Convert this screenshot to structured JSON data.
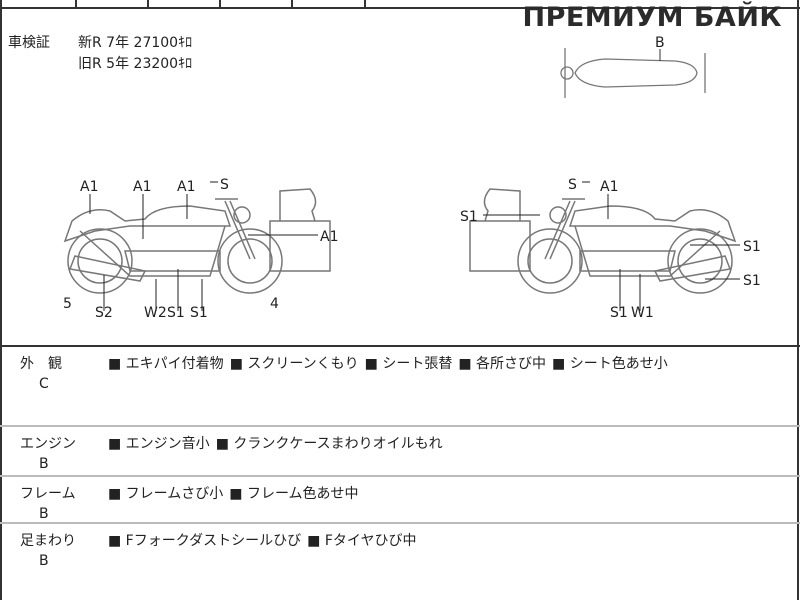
{
  "brand": "ПРЕМИУМ БАЙК",
  "shaken": {
    "label": "車検証",
    "new": "新R  7年  27100ｷﾛ",
    "old": "旧R  5年  23200ｷﾛ"
  },
  "diagram": {
    "top_label": "B",
    "left": [
      "A1",
      "A1",
      "A1",
      "S",
      "A1",
      "5",
      "S2",
      "W2",
      "S1",
      "S1",
      "4"
    ],
    "right": [
      "S",
      "A1",
      "S1",
      "S1",
      "S1",
      "S1",
      "W1"
    ]
  },
  "sections": [
    {
      "name": "外　観",
      "grade": "C",
      "items": [
        "■ エキパイ付着物",
        "■ スクリーンくもり",
        "■ シート張替",
        "■ 各所さび中",
        "■ シート色あせ小"
      ]
    },
    {
      "name": "エンジン",
      "grade": "B",
      "items": [
        "■ エンジン音小",
        "■ クランクケースまわりオイルもれ"
      ]
    },
    {
      "name": "フレーム",
      "grade": "B",
      "items": [
        "■ フレームさび小",
        "■ フレーム色あせ中"
      ]
    },
    {
      "name": "足まわり",
      "grade": "B",
      "items": [
        "■ Fフォークダストシールひび",
        "■ Fタイヤひび中"
      ]
    }
  ]
}
